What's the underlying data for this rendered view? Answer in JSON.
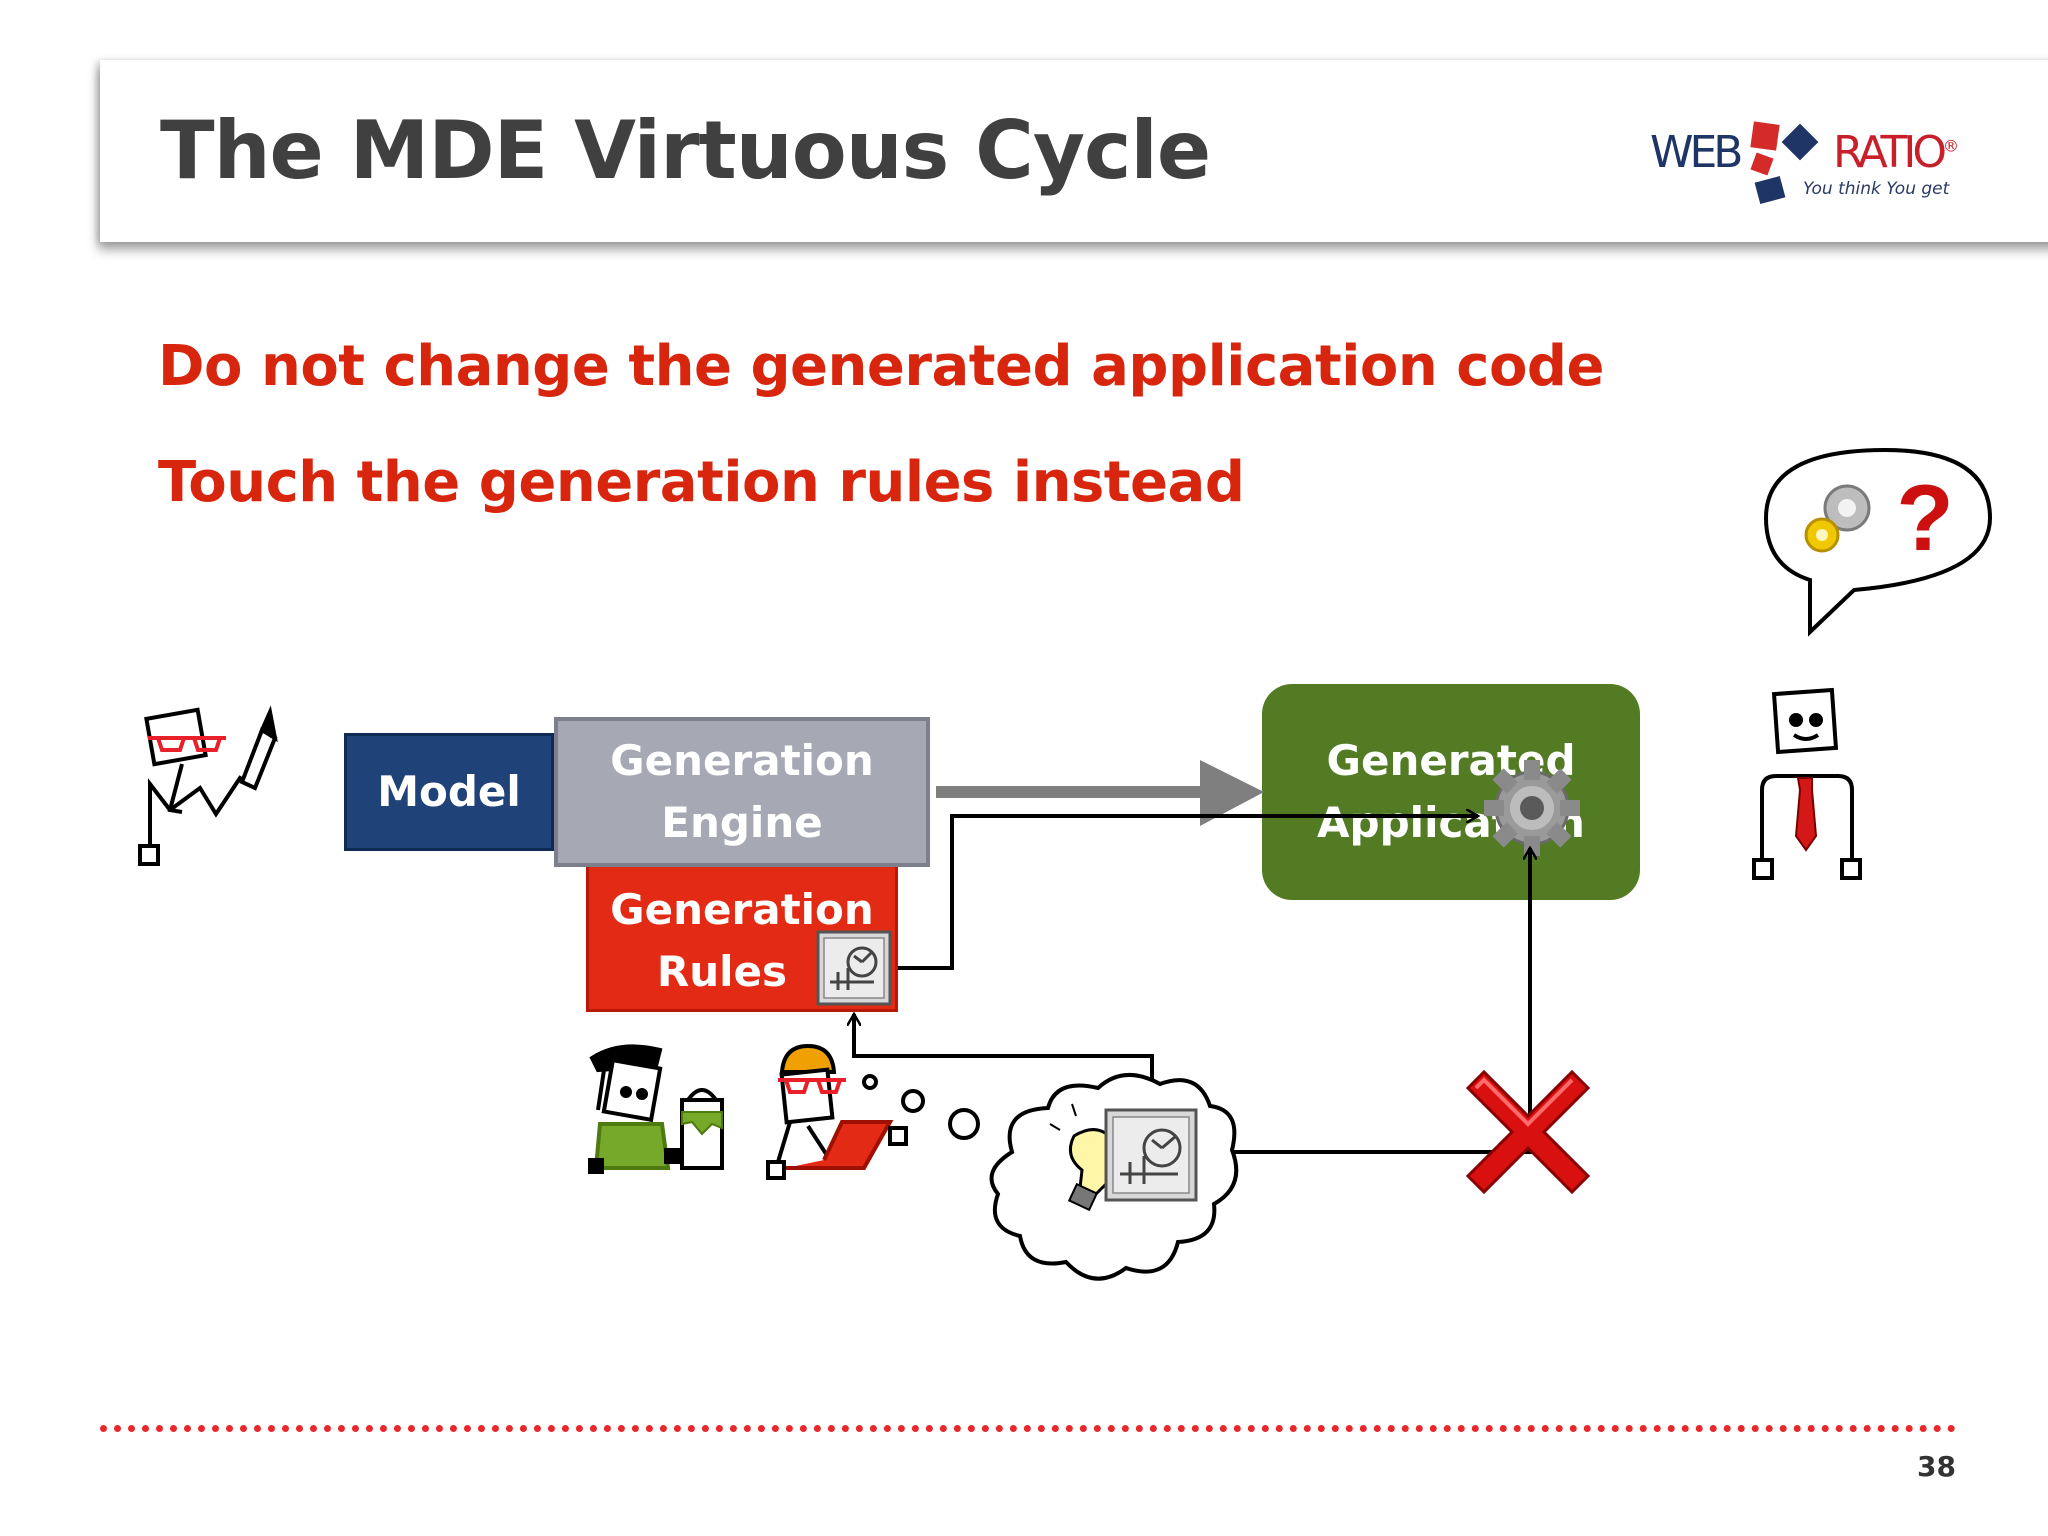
{
  "title": "The MDE Virtuous Cycle",
  "logo": {
    "left_word": "WEB",
    "right_word": "RATIO",
    "registered": "®",
    "tagline": "You think You get"
  },
  "subheadings": [
    "Do not change the generated application code",
    "Touch the generation rules instead"
  ],
  "diagram": {
    "model_label": "Model",
    "engine_label": [
      "Generation",
      "Engine"
    ],
    "rules_label": [
      "Generation",
      "Rules"
    ],
    "app_label": [
      "Generated",
      "Application"
    ],
    "speech_mark": "?"
  },
  "colors": {
    "title": "#404040",
    "accent_red": "#d8260e",
    "model_blue": "#1f4278",
    "engine_gray": "#a6a8b4",
    "rules_red": "#e22a14",
    "app_green": "#537b24"
  },
  "page_number": "38"
}
